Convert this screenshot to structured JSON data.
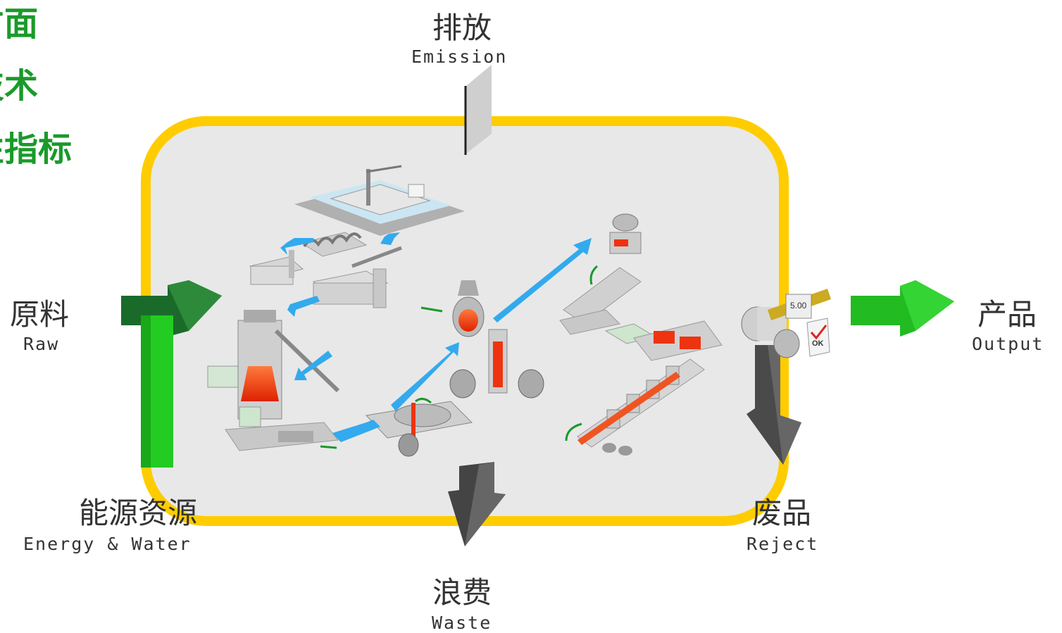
{
  "top_left_lines": [
    "方面",
    "技术",
    "性指标"
  ],
  "labels": {
    "emission": {
      "cn": "排放",
      "en": "Emission"
    },
    "raw": {
      "cn": "原料",
      "en": "Raw"
    },
    "output": {
      "cn": "产品",
      "en": "Output"
    },
    "energy": {
      "cn": "能源资源",
      "en": "Energy & Water"
    },
    "reject": {
      "cn": "废品",
      "en": "Reject"
    },
    "waste": {
      "cn": "浪费",
      "en": "Waste"
    }
  },
  "badge_text": "5.00",
  "ok_text": "OK",
  "colors": {
    "frame": "#ffcc00",
    "panel": "#e8e8e8",
    "raw_arrow": "#1a6b2a",
    "energy_arrow": "#22cc22",
    "output_arrow": "#22bb22",
    "waste_arrow": "#555555",
    "flow_arrow": "#33aaee",
    "hot_metal": "#ee3311",
    "green_text": "#1a9a2a"
  }
}
